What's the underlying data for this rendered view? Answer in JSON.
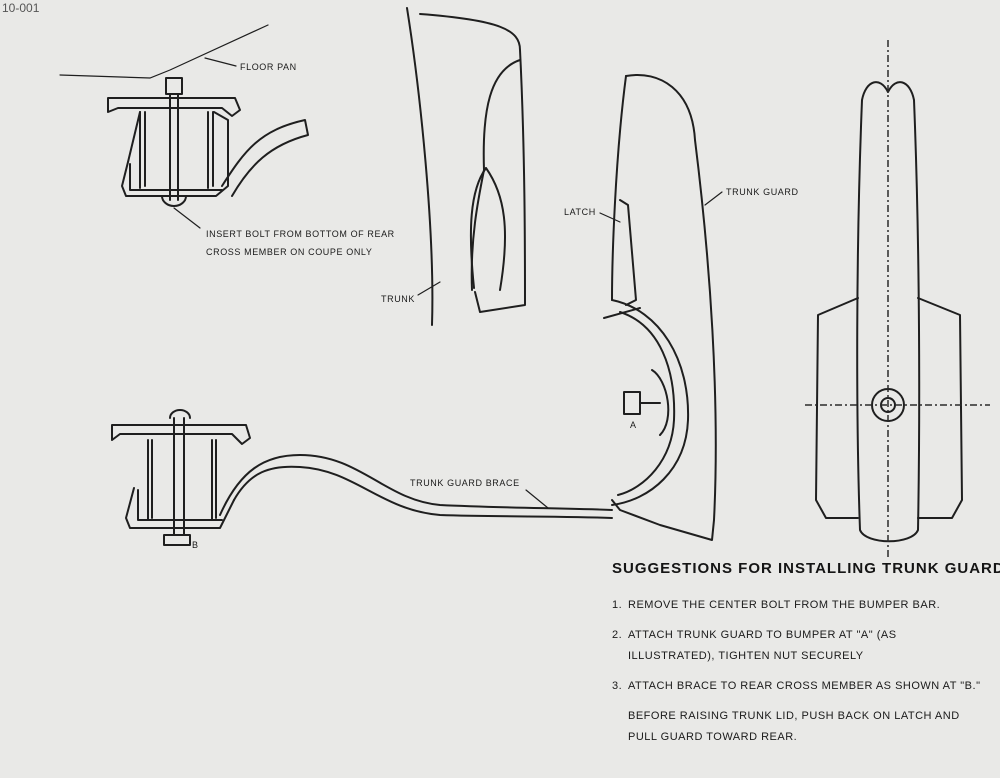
{
  "corner_mark": "10-001",
  "labels": {
    "floor_pan": "FLOOR PAN",
    "insert_bolt_line1": "INSERT BOLT FROM BOTTOM OF REAR",
    "insert_bolt_line2": "CROSS MEMBER ON COUPE ONLY",
    "trunk": "TRUNK",
    "latch": "LATCH",
    "trunk_guard": "TRUNK GUARD",
    "trunk_guard_brace": "TRUNK GUARD BRACE",
    "point_a": "A",
    "point_b": "B"
  },
  "instructions": {
    "title": "SUGGESTIONS FOR INSTALLING TRUNK GUARD",
    "steps": [
      {
        "num": "1.",
        "text": "REMOVE THE CENTER BOLT FROM THE BUMPER BAR."
      },
      {
        "num": "2.",
        "text": "ATTACH TRUNK GUARD TO BUMPER AT \"A\" (AS ILLUSTRATED), TIGHTEN NUT SECURELY"
      },
      {
        "num": "3.",
        "text": "ATTACH BRACE TO REAR CROSS MEMBER AS SHOWN AT \"B.\""
      }
    ],
    "note": "BEFORE RAISING TRUNK LID, PUSH BACK ON LATCH AND PULL GUARD TOWARD REAR."
  }
}
